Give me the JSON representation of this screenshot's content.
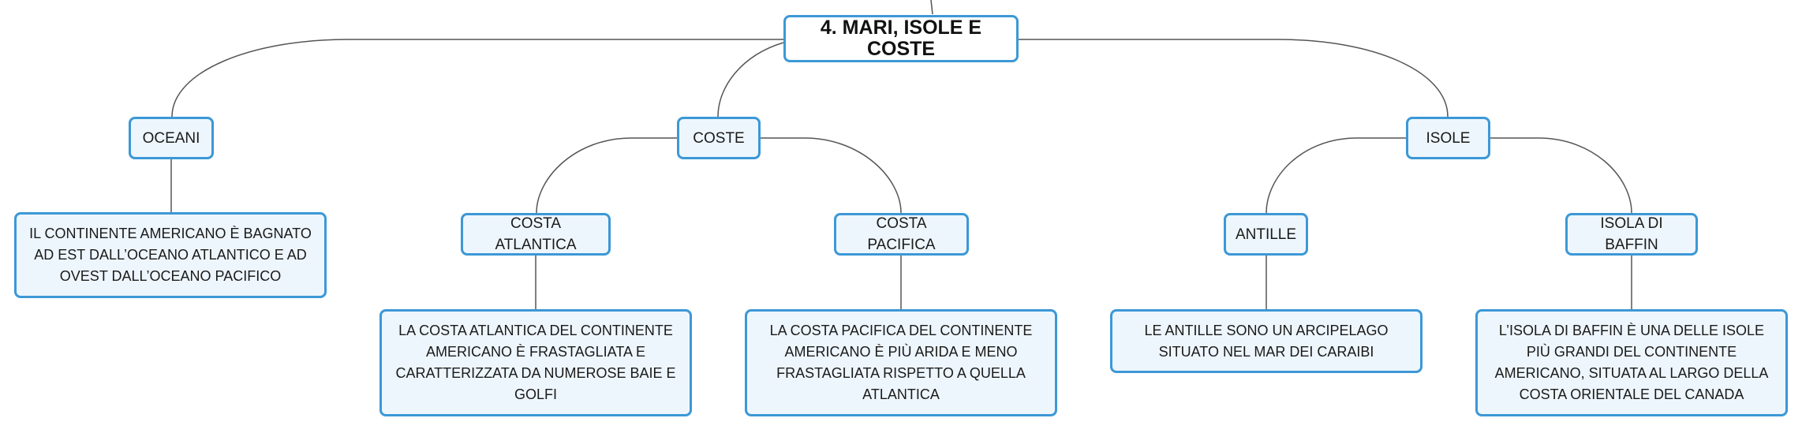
{
  "diagram": {
    "root": {
      "label": "4. MARI, ISOLE E COSTE"
    },
    "oceani": {
      "label": "OCEANI",
      "detail": "IL CONTINENTE AMERICANO È BAGNATO AD EST DALL’OCEANO ATLANTICO E AD OVEST DALL’OCEANO PACIFICO"
    },
    "coste": {
      "label": "COSTE",
      "atlantica": {
        "label": "COSTA ATLANTICA",
        "detail": "LA COSTA ATLANTICA DEL CONTINENTE AMERICANO È FRASTAGLIATA E CARATTERIZZATA DA NUMEROSE BAIE E GOLFI"
      },
      "pacifica": {
        "label": "COSTA PACIFICA",
        "detail": "LA COSTA PACIFICA DEL CONTINENTE AMERICANO È PIÙ ARIDA E MENO FRASTAGLIATA RISPETTO A QUELLA ATLANTICA"
      }
    },
    "isole": {
      "label": "ISOLE",
      "antille": {
        "label": "ANTILLE",
        "detail": "LE ANTILLE SONO UN ARCIPELAGO SITUATO NEL MAR DEI CARAIBI"
      },
      "baffin": {
        "label": "ISOLA DI BAFFIN",
        "detail": "L’ISOLA DI BAFFIN È UNA DELLE ISOLE PIÙ GRANDI DEL CONTINENTE AMERICANO, SITUATA AL LARGO DELLA COSTA ORIENTALE DEL CANADA"
      }
    },
    "colors": {
      "node_border": "#3c98d6",
      "node_fill": "#eef6fd",
      "connector": "#555555"
    }
  }
}
